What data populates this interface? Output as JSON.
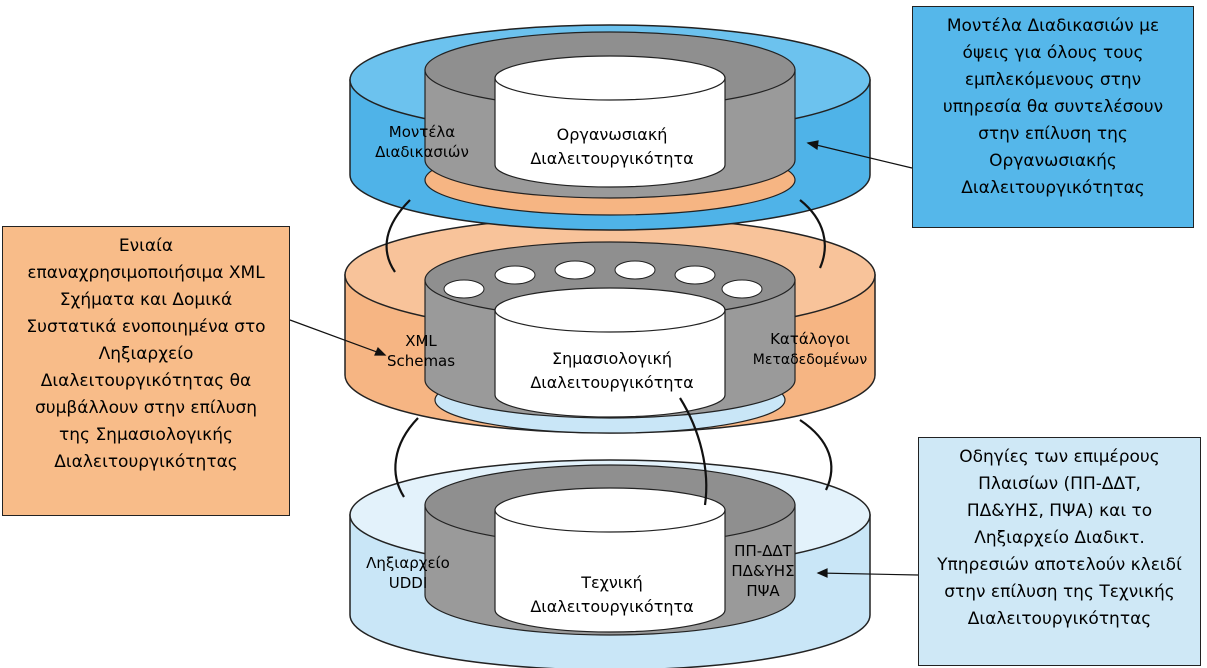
{
  "top_layer": {
    "center_label_1": "Οργανωσιακή",
    "center_label_2": "Διαλειτουργικότητα",
    "side_label_1": "Μοντέλα",
    "side_label_2": "Διαδικασιών"
  },
  "middle_layer": {
    "center_label_1": "Σημασιολογική",
    "center_label_2": "Διαλειτουργικότητα",
    "left_label_1": "XML",
    "left_label_2": "Schemas",
    "right_label_1": "Κατάλογοι",
    "right_label_2": "Μεταδεδομένων"
  },
  "bottom_layer": {
    "center_label_1": "Τεχνική",
    "center_label_2": "Διαλειτουργικότητα",
    "left_label_1": "Ληξιαρχείο",
    "left_label_2": "UDDI",
    "right_label_1": "ΠΠ-ΔΔΤ",
    "right_label_2": "ΠΔ&ΥΗΣ",
    "right_label_3": "ΠΨΑ"
  },
  "callouts": {
    "top": "Μοντέλα Διαδικασιών με\nόψεις για όλους τους\nεμπλεκόμενους στην\nυπηρεσία θα συντελέσουν\nστην επίλυση της\nΟργανωσιακής\nΔιαλειτουργικότητας",
    "left": "Ενιαία\nεπαναχρησιμοποιήσιμα XML\nΣχήματα και Δομικά\nΣυστατικά ενοποιημένα στο\nΛηξιαρχείο\nΔιαλειτουργικότητας θα\nσυμβάλλουν στην επίλυση\nτης Σημασιολογικής\nΔιαλειτουργικότητας",
    "bottom": "Οδηγίες των επιμέρους\nΠλαισίων (ΠΠ-ΔΔΤ,\nΠΔ&ΥΗΣ, ΠΨΑ) και το\nΛηξιαρχείο Διαδικτ.\nΥπηρεσιών αποτελούν κλειδί\nστην επίλυση της Τεχνικής\nΔιαλειτουργικότητας"
  },
  "colors": {
    "top_layer": "#4fb3e8",
    "middle_layer": "#f6b583",
    "bottom_layer": "#c9e6f7",
    "gray_ring": "#9a9a9a",
    "outline": "#222222"
  }
}
